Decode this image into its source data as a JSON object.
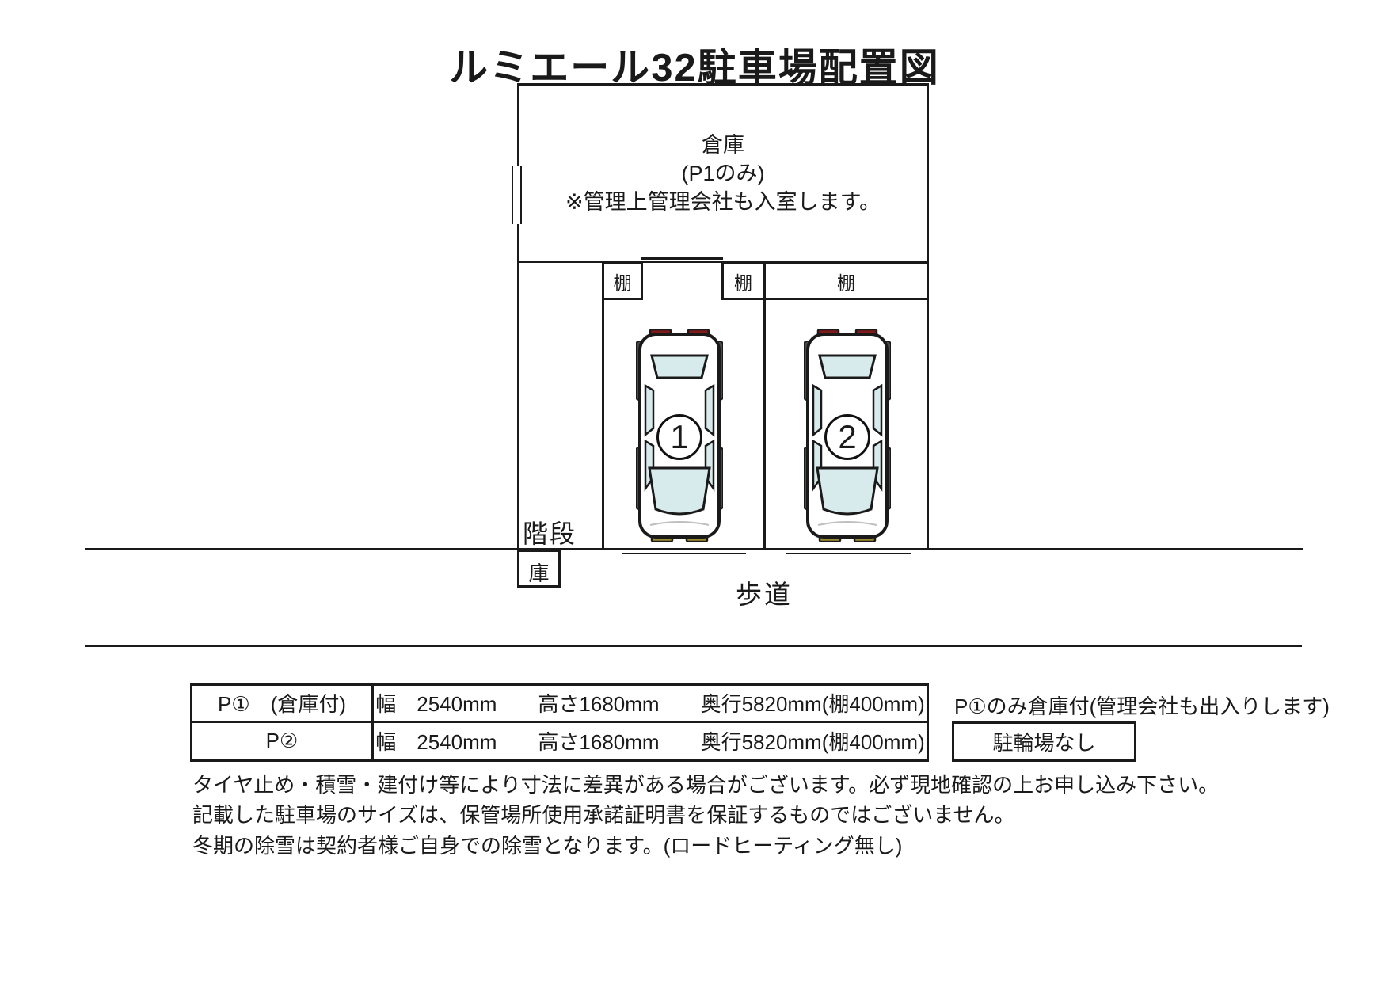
{
  "title": "ルミエール32駐車場配置図",
  "storage": {
    "line1": "倉庫",
    "line2": "(P1のみ)",
    "line3": "※管理上管理会社も入室します。"
  },
  "labels": {
    "shelf": "棚",
    "stairs": "階段",
    "storage_small": "庫",
    "sidewalk": "歩道"
  },
  "spaces": [
    {
      "number": "1"
    },
    {
      "number": "2"
    }
  ],
  "table": {
    "rows": [
      {
        "name": "P①　(倉庫付)",
        "specs": "幅　2540mm　　高さ1680mm　　奥行5820mm(棚400mm)"
      },
      {
        "name": "P②",
        "specs": "幅　2540mm　　高さ1680mm　　奥行5820mm(棚400mm)"
      }
    ]
  },
  "annotations": {
    "p1_note": "P①のみ倉庫付(管理会社も出入りします)",
    "no_bicycle": "駐輪場なし"
  },
  "notes": [
    "タイヤ止め・積雪・建付け等により寸法に差異がある場合がございます。必ず現地確認の上お申し込み下さい。",
    "記載した駐車場のサイズは、保管場所使用承諾証明書を保証するものではございません。",
    "冬期の除雪は契約者様ご自身での除雪となります。(ロードヒーティング無し)"
  ],
  "colors": {
    "line": "#1a1a1a",
    "car_window": "#d7eaec",
    "car_tail_light": "#7d1a1a",
    "car_headlight": "#9d8d2f",
    "car_rail": "#4a4a4a"
  }
}
